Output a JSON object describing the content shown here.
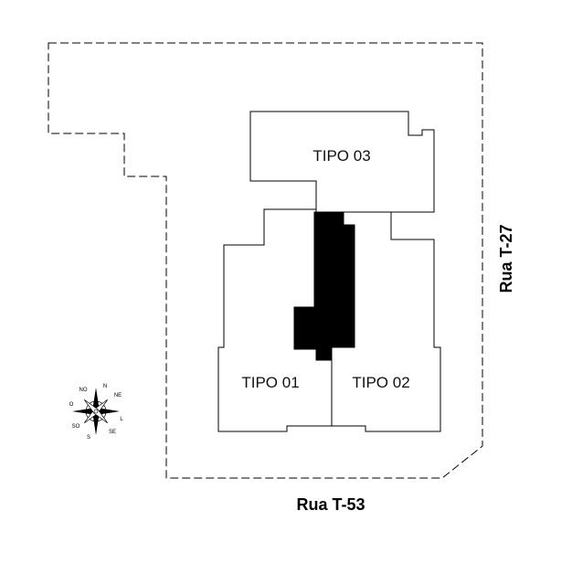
{
  "units": {
    "tipo_01": "TIPO 01",
    "tipo_02": "TIPO 02",
    "tipo_03": "TIPO 03"
  },
  "streets": {
    "south": "Rua T-53",
    "east": "Rua T-27"
  },
  "compass": {
    "letters": {
      "n": "N",
      "ne": "NE",
      "l": "L",
      "se": "SE",
      "s": "S",
      "so": "SO",
      "o": "O",
      "no": "NO"
    }
  },
  "colors": {
    "line": "#000000",
    "core_fill": "#000000",
    "background": "#ffffff"
  }
}
